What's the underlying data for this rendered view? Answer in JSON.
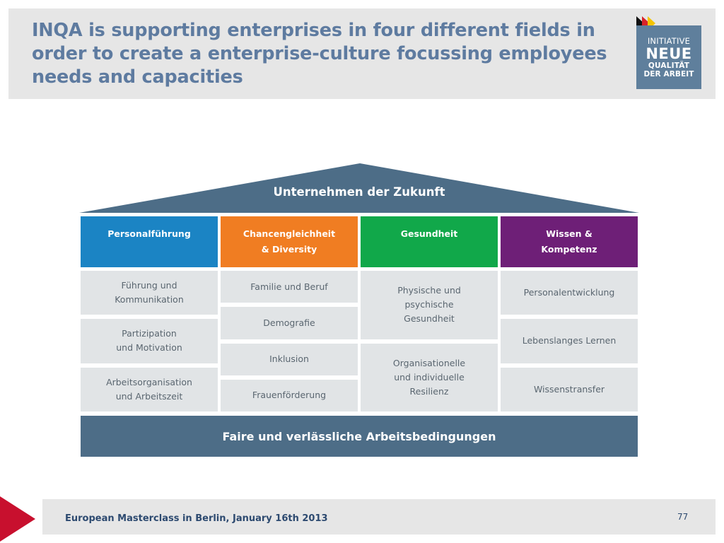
{
  "slide": {
    "title": "INQA is supporting enterprises in four different fields in order to create a enterprise-culture focussing employees needs and capacities"
  },
  "logo": {
    "line1": "INITIATIVE",
    "line2": "NEUE",
    "line3": "QUALITÄT",
    "line4": "DER ARBEIT",
    "box_color": "#5f7f9c",
    "arrow_colors": [
      "#111111",
      "#d8232a",
      "#f5c400"
    ]
  },
  "diagram": {
    "roof_label": "Unternehmen der Zukunft",
    "base_label": "Faire und verlässliche Arbeitsbedingungen",
    "pillars": [
      {
        "label": "Personalführung",
        "color": "#1b84c4",
        "items": [
          "Führung und\nKommunikation",
          "Partizipation\nund Motivation",
          "Arbeitsorganisation\nund Arbeitszeit"
        ]
      },
      {
        "label": "Chancengleichheit\n& Diversity",
        "color": "#f07d22",
        "items": [
          "Familie und Beruf",
          "Demografie",
          "Inklusion",
          "Frauenförderung"
        ]
      },
      {
        "label": "Gesundheit",
        "color": "#11a84a",
        "items": [
          "Physische und\npsychische\nGesundheit",
          "Organisationelle\nund individuelle\nResilienz"
        ]
      },
      {
        "label": "Wissen &\nKompetenz",
        "color": "#6e1f77",
        "items": [
          "Personalentwicklung",
          "Lebenslanges Lernen",
          "Wissenstransfer"
        ]
      }
    ],
    "roof_color": "#4d6d87",
    "base_color": "#4d6d87"
  },
  "footer": {
    "text": "European Masterclass in Berlin, January 16th 2013",
    "page_number": "77",
    "arrow_color": "#c8102e"
  }
}
